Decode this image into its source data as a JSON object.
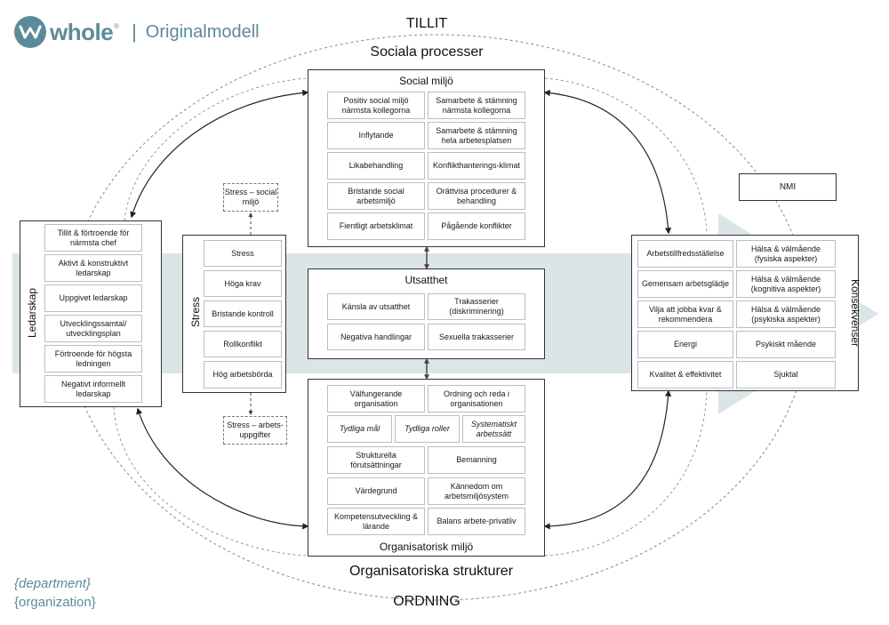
{
  "logo": {
    "brand": "whole",
    "trademark": "®",
    "separator": "|",
    "model": "Originalmodell"
  },
  "labels": {
    "top_value": "TILLIT",
    "top_process": "Sociala processer",
    "bottom_structure": "Organisatoriska strukturer",
    "bottom_value": "ORDNING"
  },
  "social_milieu": {
    "title": "Social miljö",
    "items": [
      "Positiv social miljö närmsta kollegorna",
      "Samarbete & stämning närmsta kollegorna",
      "Inflytande",
      "Samarbete & stämning hela arbetesplatsen",
      "Likabehandling",
      "Konflikthanterings-klimat",
      "Bristande social arbetsmiljö",
      "Orättvisa procedurer & behandling",
      "Fientligt arbetsklimat",
      "Pågående konflikter"
    ]
  },
  "exposure": {
    "title": "Utsatthet",
    "items": [
      "Känsla av utsatthet",
      "Trakasserier (diskriminering)",
      "Negativa handlingar",
      "Sexuella trakasserier"
    ]
  },
  "org_milieu": {
    "title": "Organisatorisk miljö",
    "items": [
      "Välfungerande organisation",
      "Ordning och reda i organisationen",
      "Tydliga mål",
      "Tydliga roller",
      "Systematiskt arbetssätt",
      "Strukturella förutsättningar",
      "Bemanning",
      "Värdegrund",
      "Kännedom om arbetsmiljösystem",
      "Kompetensutveckling & lärande",
      "Balans arbete-privatliv"
    ]
  },
  "leadership": {
    "title": "Ledarskap",
    "items": [
      "Tillit & förtroende för närmsta chef",
      "Aktivt & konstruktivt ledarskap",
      "Uppgivet ledarskap",
      "Utvecklingssamtal/ utvecklingsplan",
      "Förtroende för högsta ledningen",
      "Negativt informellt ledarskap"
    ]
  },
  "stress": {
    "title": "Stress",
    "items": [
      "Stress",
      "Höga krav",
      "Bristande kontroll",
      "Rollkonflikt",
      "Hög arbetsbörda"
    ],
    "social": "Stress – social miljö",
    "tasks": "Stress – arbets-uppgifter"
  },
  "consequences": {
    "title": "Konsekvenser",
    "items": [
      "Arbetstillfredsställelse",
      "Hälsa & välmående (fysiska aspekter)",
      "Gemensam arbetsglädje",
      "Hälsa & välmående (kognitiva aspekter)",
      "Vilja att jobba kvar & rekommendera",
      "Hälsa & välmående (psykiska aspekter)",
      "Energi",
      "Psykiskt mående",
      "Kvalitet & effektivitet",
      "Sjuktal"
    ]
  },
  "nmi": "NMI",
  "footer": {
    "department": "{department}",
    "organization": "{organization}"
  },
  "colors": {
    "brand": "#5b8b9a",
    "band": "#dbe5e8",
    "line": "#333333"
  }
}
